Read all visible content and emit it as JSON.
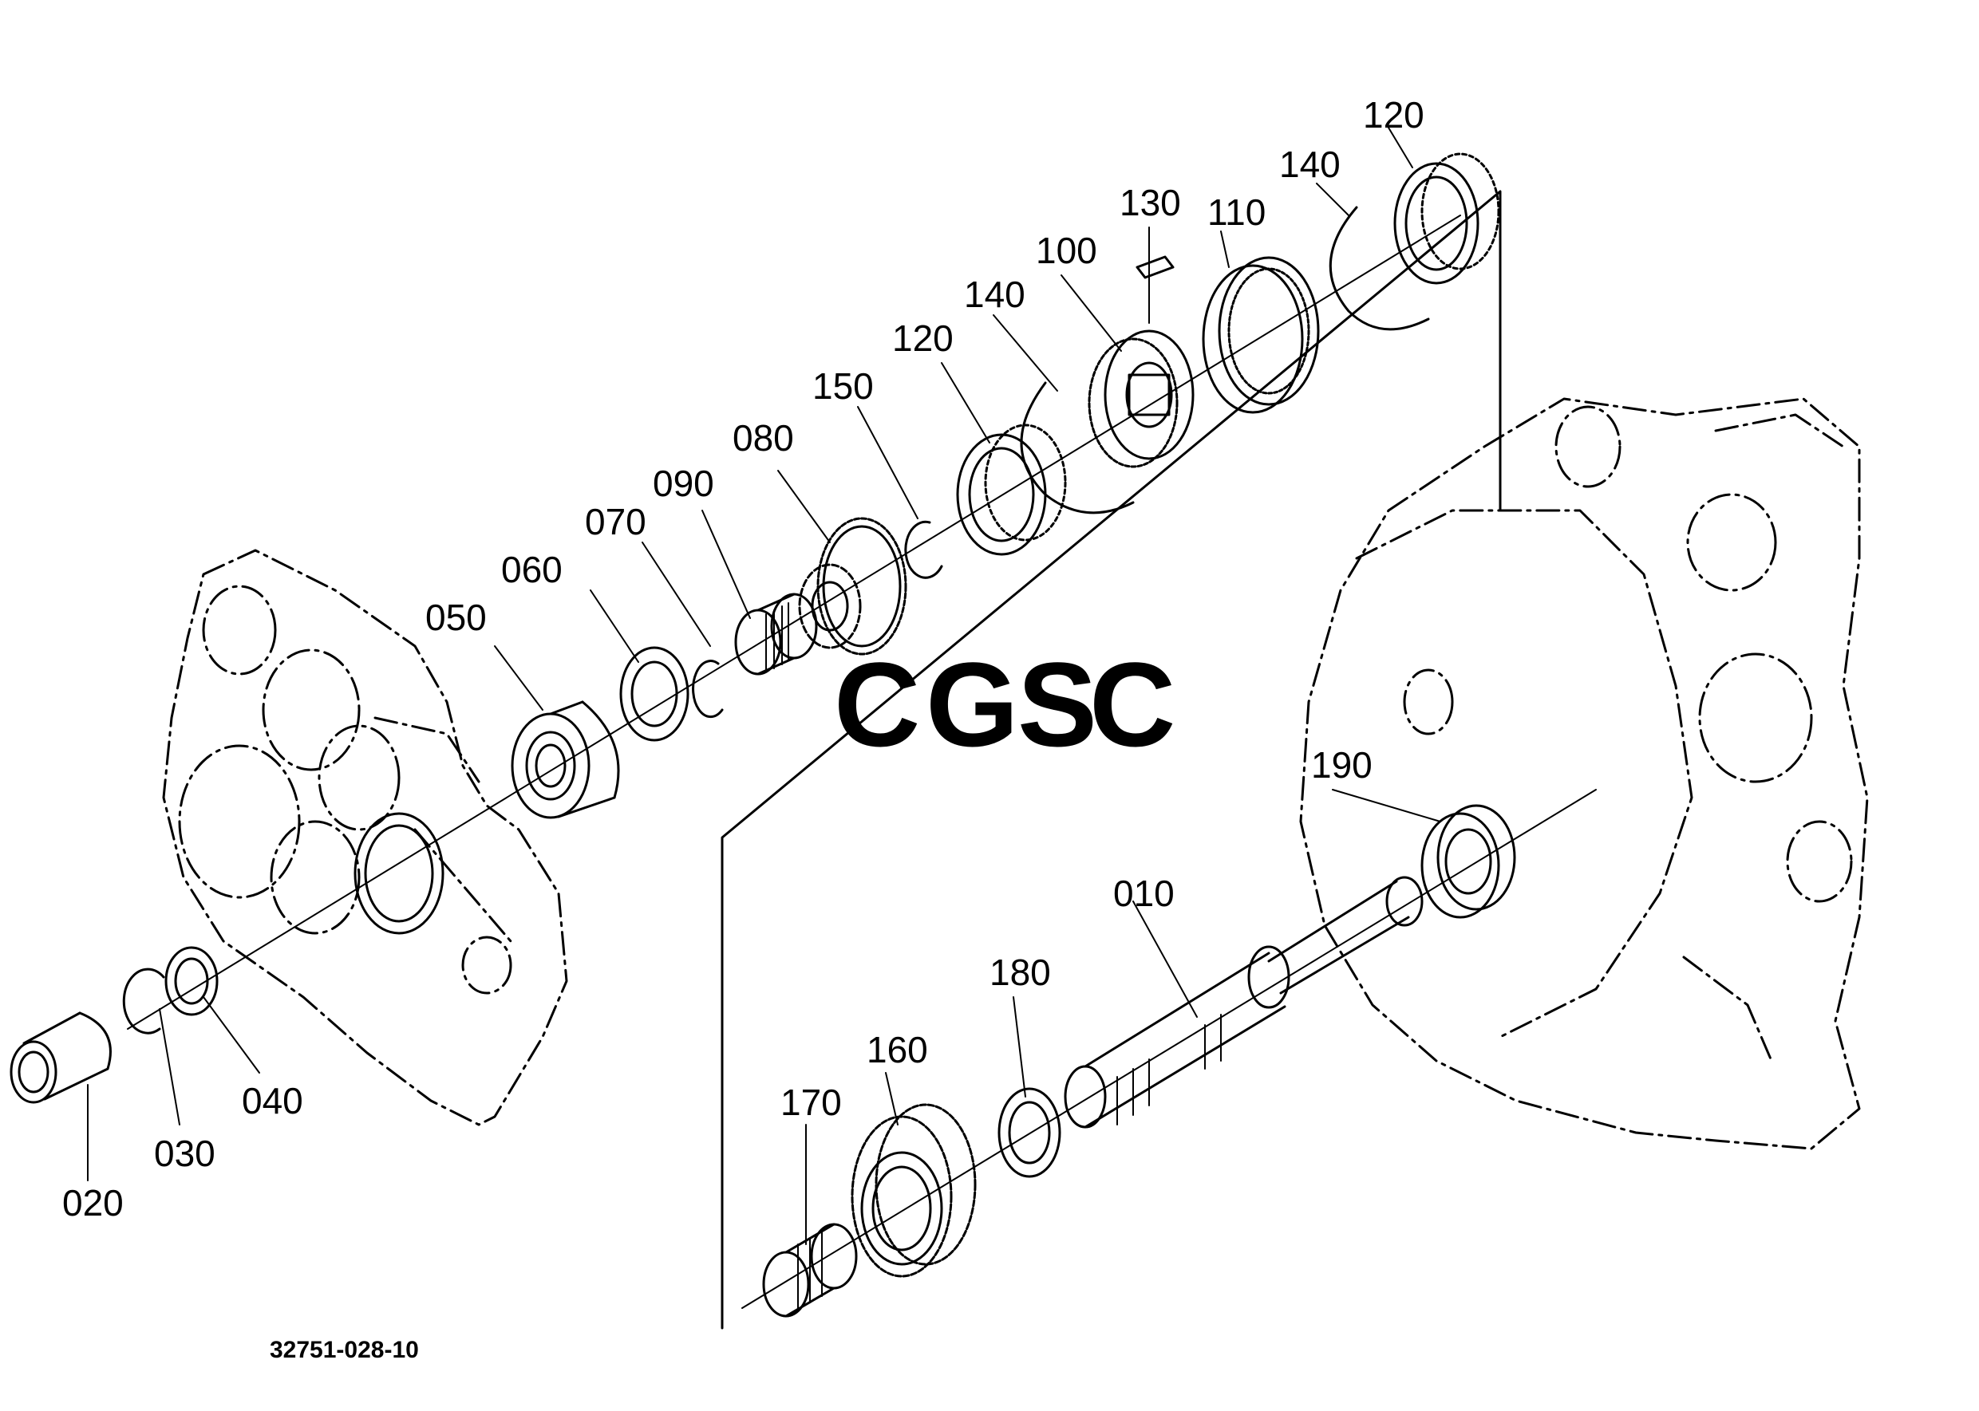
{
  "diagram": {
    "drawing_number": "32751-028-10",
    "watermark": {
      "letters": [
        {
          "char": "C",
          "color": "#6fa3f4"
        },
        {
          "char": "G",
          "color": "#ef8a80"
        },
        {
          "char": "S",
          "color": "#f7d15f"
        },
        {
          "char": "C",
          "color": "#6fbf96"
        }
      ]
    },
    "part_labels": {
      "p010": "010",
      "p020": "020",
      "p030": "030",
      "p040": "040",
      "p050": "050",
      "p060": "060",
      "p070": "070",
      "p080": "080",
      "p090": "090",
      "p100": "100",
      "p110": "110",
      "p120a": "120",
      "p120b": "120",
      "p130": "130",
      "p140a": "140",
      "p140b": "140",
      "p150": "150",
      "p160": "160",
      "p170": "170",
      "p180": "180",
      "p190": "190"
    }
  }
}
